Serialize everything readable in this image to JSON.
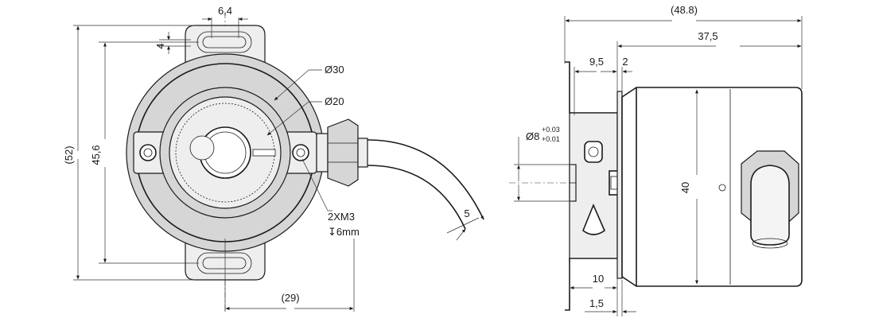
{
  "front_view": {
    "dim_lug_width": "6,4",
    "dim_lug_offset": "4",
    "dim_overall_height": "(52)",
    "dim_mount_pitch": "45,6",
    "dim_outer_diameter": "Ø30",
    "dim_inner_diameter": "Ø20",
    "dim_cable_bend": "5",
    "dim_cable_offset": "(29)",
    "screw_spec": "2XM3",
    "screw_depth": "↧6mm"
  },
  "side_view": {
    "dim_total_length": "(48.8)",
    "dim_body_length": "37,5",
    "dim_flange_offset": "9,5",
    "dim_flange_gap": "2",
    "dim_shaft_diameter": "Ø8",
    "dim_shaft_tol_upper": "+0.03",
    "dim_shaft_tol_lower": "+0.01",
    "dim_body_diameter": "40",
    "dim_flange_depth": "10",
    "dim_flange_thickness": "1,5"
  }
}
